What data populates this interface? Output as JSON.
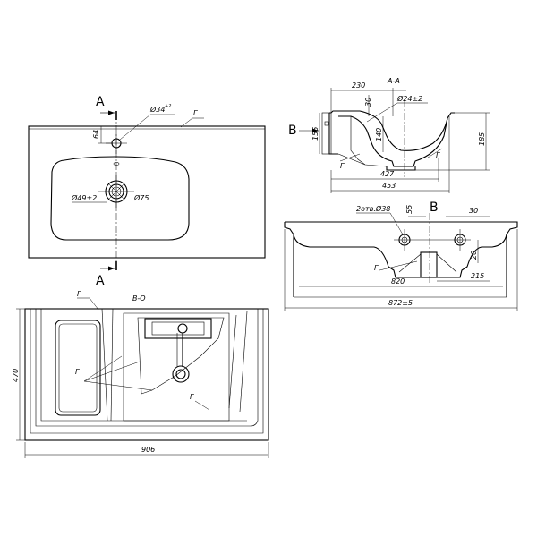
{
  "top_view": {
    "section_mark_top": "A",
    "section_mark_bottom": "A",
    "tap_hole": "Ø34",
    "tap_hole_tol": "+2",
    "glaze_mark": "Г",
    "dim_64": "64",
    "drain_hole": "Ø49±2",
    "drain_angle": "Ø75"
  },
  "section_view": {
    "title": "A-A",
    "view_mark": "B",
    "dim_230": "230",
    "dim_30": "30",
    "overflow_hole": "Ø24±2",
    "dim_156": "156",
    "dim_140": "140",
    "dim_185": "185",
    "dim_427": "427",
    "dim_453": "453",
    "glaze_mark_left": "Г",
    "glaze_mark_right": "Г"
  },
  "front_view": {
    "holes_note": "2отв.Ø38",
    "view_mark": "B",
    "dim_55": "55",
    "dim_30": "30",
    "dim_20": "20",
    "dim_215": "215",
    "dim_820": "820",
    "dim_total": "872±5",
    "glaze_mark": "Г"
  },
  "bottom_view": {
    "glaze_mark_top": "Г",
    "view_label": "B-O",
    "glaze_mark_left": "Г",
    "glaze_mark_right": "Г",
    "dim_height": "470",
    "dim_width": "906"
  }
}
